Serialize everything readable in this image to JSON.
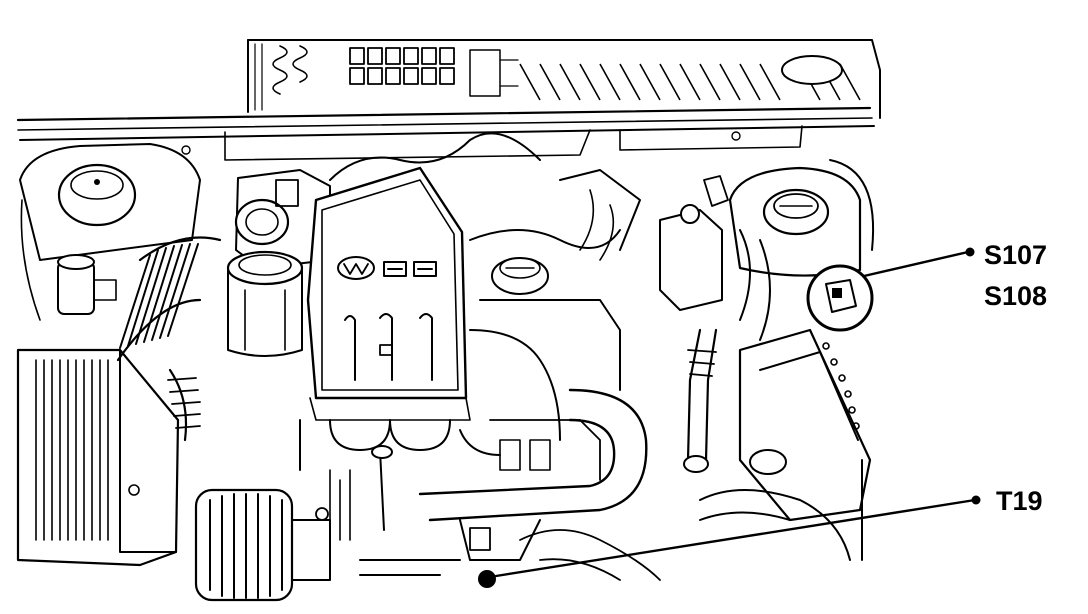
{
  "diagram": {
    "colors": {
      "ink": "#000000",
      "paper": "#ffffff"
    },
    "callouts": [
      {
        "id": "s107",
        "label": "S107"
      },
      {
        "id": "s108",
        "label": "S108"
      },
      {
        "id": "t19",
        "label": "T19"
      }
    ]
  }
}
